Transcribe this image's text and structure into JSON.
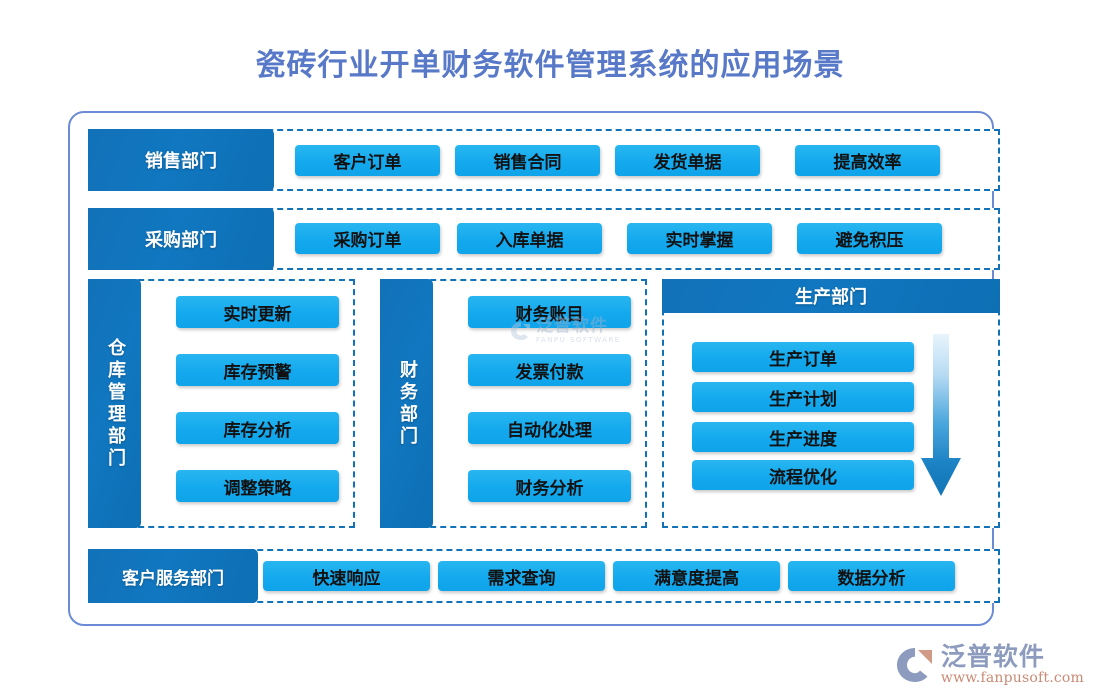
{
  "title": "瓷砖行业开单财务软件管理系统的应用场景",
  "colors": {
    "title_text": "#5878c8",
    "frame_border": "#6b8bd6",
    "dashed_border": "#1272b8",
    "dept_blue": "#1077c0",
    "chip_cyan": "#14a9ee",
    "arrow_top": "#dceefb",
    "arrow_bottom": "#1379bd"
  },
  "rows": [
    {
      "dept": "销售部门",
      "items": [
        "客户订单",
        "销售合同",
        "发货单据",
        "提高效率"
      ]
    },
    {
      "dept": "采购部门",
      "items": [
        "采购订单",
        "入库单据",
        "实时掌握",
        "避免积压"
      ]
    }
  ],
  "columns": [
    {
      "dept": "仓库管理部门",
      "layout": "vertical-label-left",
      "items": [
        "实时更新",
        "库存预警",
        "库存分析",
        "调整策略"
      ]
    },
    {
      "dept": "财务部门",
      "layout": "vertical-label-left",
      "items": [
        "财务账目",
        "发票付款",
        "自动化处理",
        "财务分析"
      ]
    },
    {
      "dept": "生产部门",
      "layout": "header-top",
      "items": [
        "生产订单",
        "生产计划",
        "生产进度",
        "流程优化"
      ],
      "arrow": "down-arrow"
    }
  ],
  "bottom_row": {
    "dept": "客户服务部门",
    "items": [
      "快速响应",
      "需求查询",
      "满意度提高",
      "数据分析"
    ]
  },
  "watermark": {
    "text": "泛普软件",
    "sub": "FANPU SOFTWARE"
  },
  "brand": {
    "name": "泛普软件",
    "url": "www.fanpusoft.com"
  }
}
